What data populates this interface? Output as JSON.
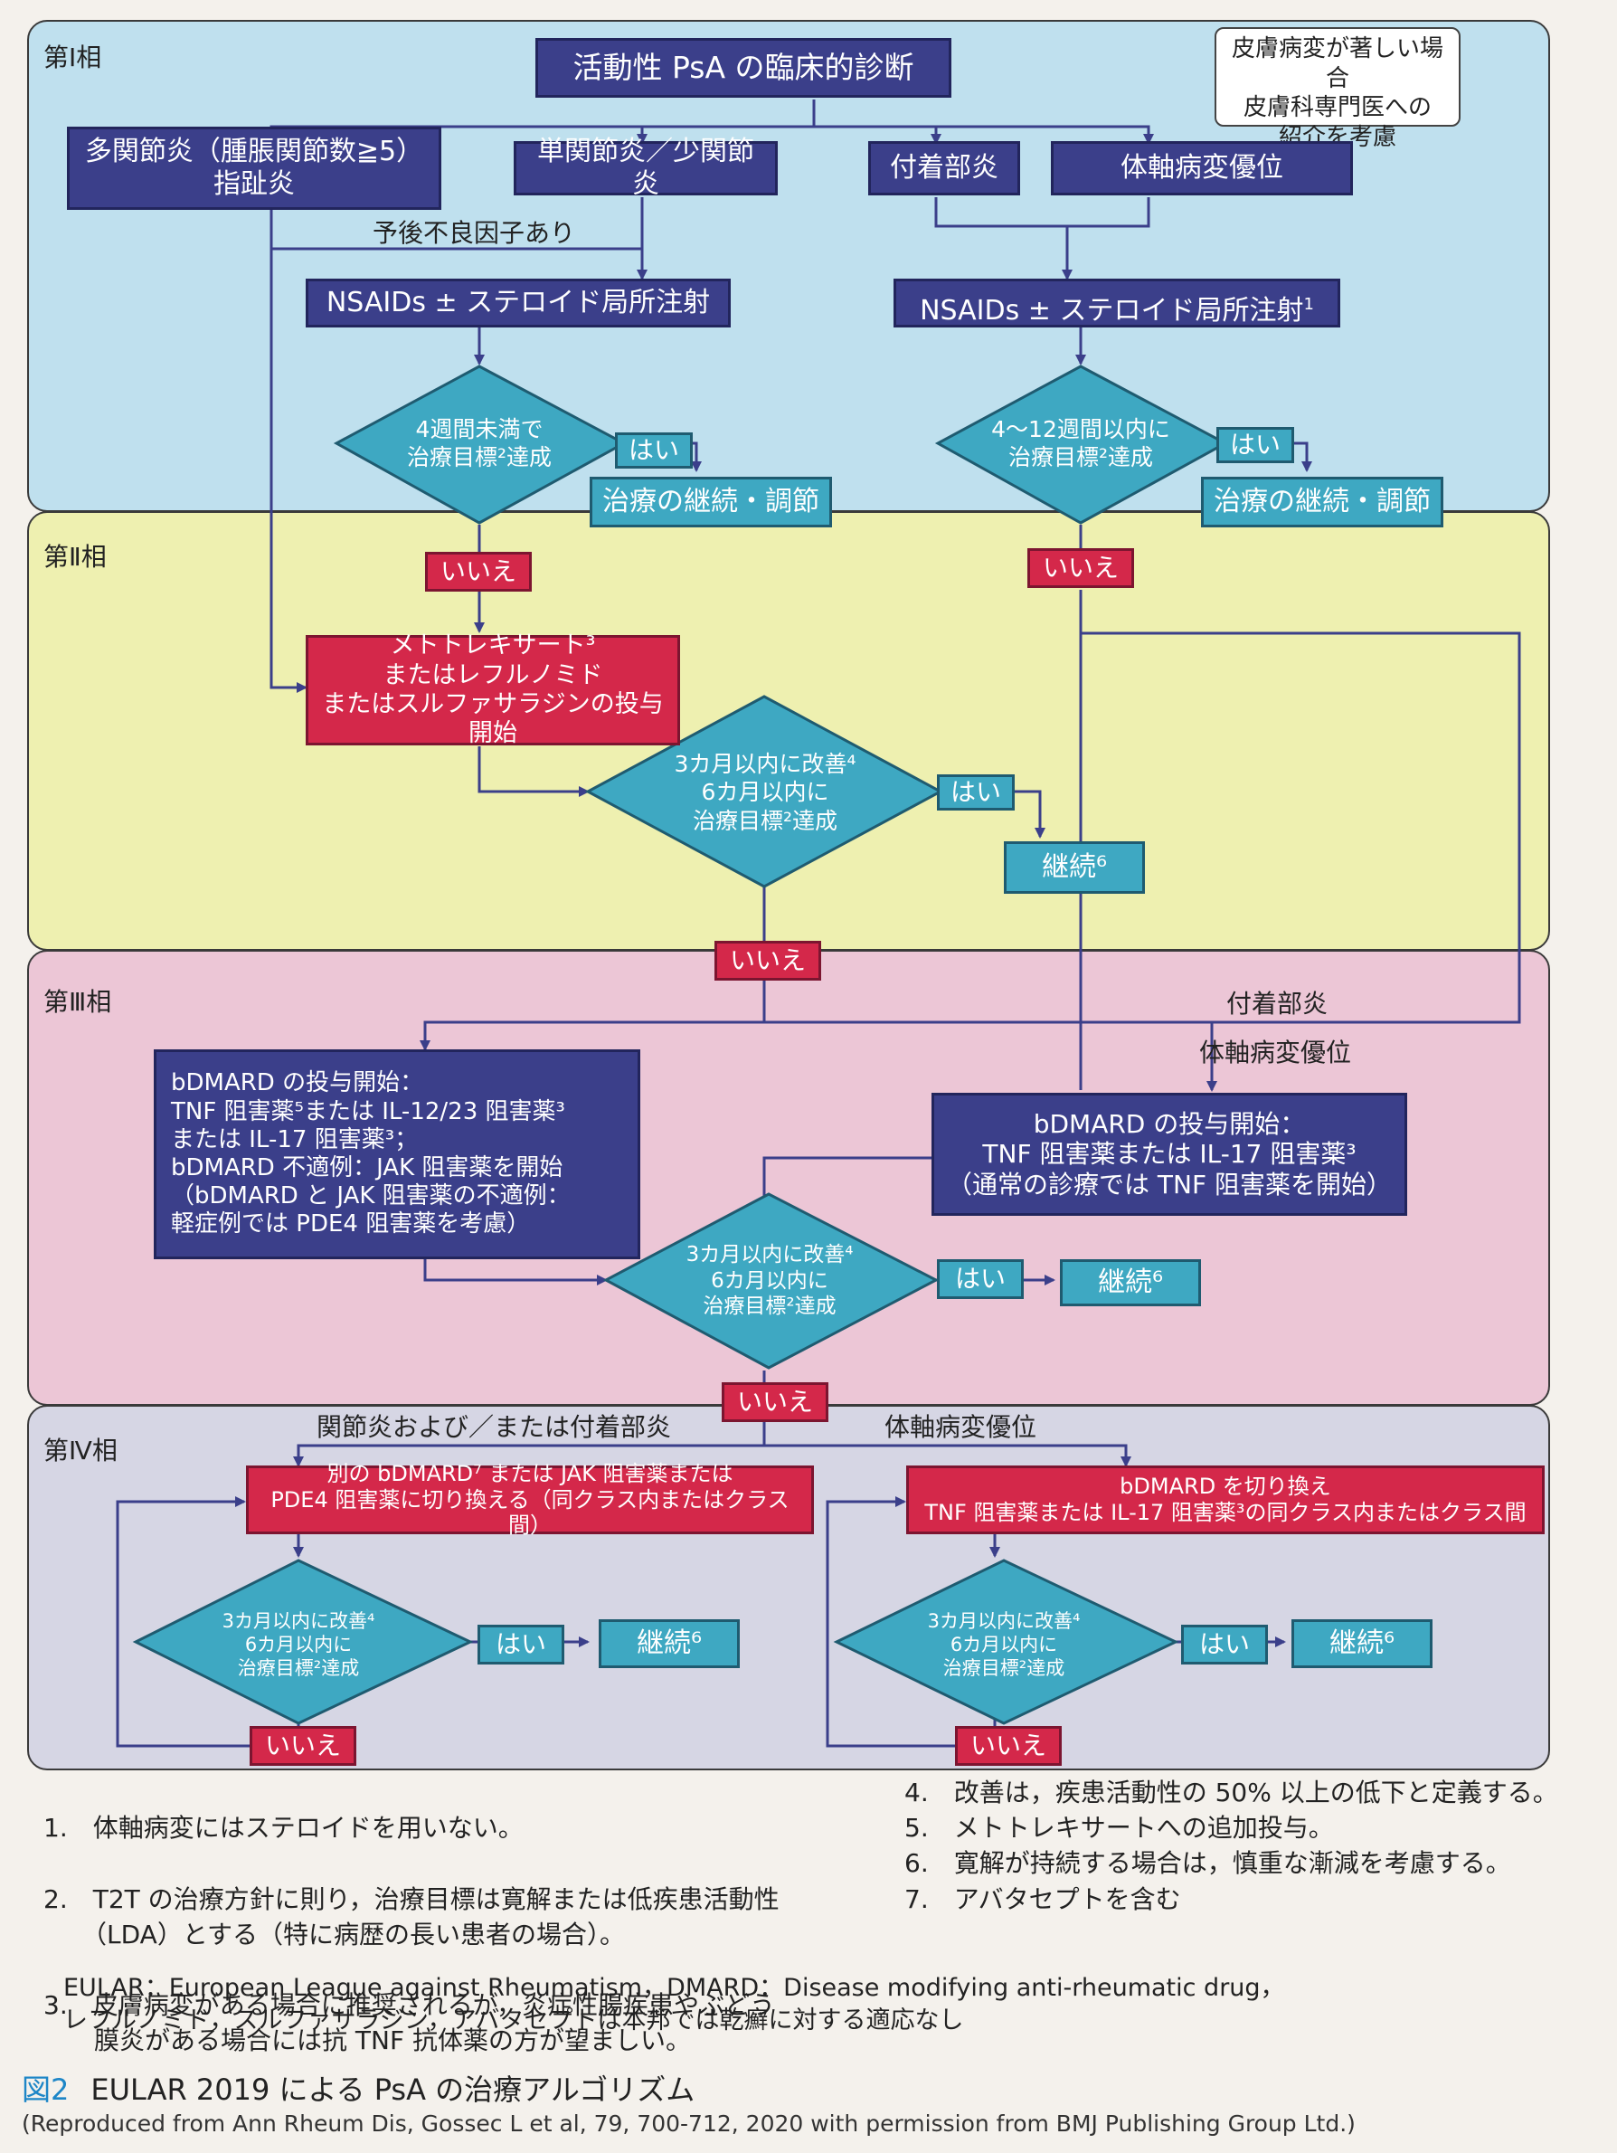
{
  "phases": {
    "p1": "第Ⅰ相",
    "p2": "第Ⅱ相",
    "p3": "第Ⅲ相",
    "p4": "第Ⅳ相"
  },
  "colors": {
    "phase1_bg": "#bfe0ee",
    "phase2_bg": "#eef0b0",
    "phase3_bg": "#ecc6d6",
    "phase4_bg": "#d6d6e4",
    "navy": "#3b3f8a",
    "red": "#d4284a",
    "teal": "#3ea8c2"
  },
  "nodes": {
    "start": "活動性 PsA の臨床的診断",
    "skin_note": "皮膚病変が著しい場合\n皮膚科専門医への\n紹介を考慮",
    "poly": "多関節炎（腫脹関節数≧5）\n指趾炎",
    "mono": "単関節炎／少関節炎",
    "enth": "付着部炎",
    "axial": "体軸病変優位",
    "nsaid_left": "NSAIDs ± ステロイド局所注射",
    "nsaid_right": "NSAIDs ± ステロイド局所注射",
    "nsaid_right_sup": "1",
    "d1_left": "4週間未満で\n治療目標²達成",
    "d1_right": "4〜12週間以内に\n治療目標²達成",
    "cont_left": "治療の継続・調節",
    "cont_right": "治療の継続・調節",
    "mtx": "メトトレキサート³\nまたはレフルノミド\nまたはスルファサラジンの投与開始",
    "d2": "3カ月以内に改善⁴\n6カ月以内に\n治療目標²達成",
    "cont2": "継続⁶",
    "bdmard_left": "bDMARD の投与開始：\nTNF 阻害薬⁵または IL-12/23 阻害薬³\nまたは IL-17 阻害薬³；\nbDMARD 不適例：JAK 阻害薬を開始\n（bDMARD と JAK 阻害薬の不適例：\n軽症例では PDE4 阻害薬を考慮）",
    "bdmard_right": "bDMARD の投与開始：\nTNF 阻害薬または IL-17 阻害薬³\n（通常の診療では TNF 阻害薬を開始）",
    "d3": "3カ月以内に改善⁴\n6カ月以内に\n治療目標²達成",
    "cont3": "継続⁶",
    "switch_left": "別の bDMARD⁷ または JAK 阻害薬または\nPDE4 阻害薬に切り換える（同クラス内またはクラス間）",
    "switch_right": "bDMARD を切り換え\nTNF 阻害薬または IL-17 阻害薬³の同クラス内またはクラス間",
    "d4_left": "3カ月以内に改善⁴\n6カ月以内に\n治療目標²達成",
    "d4_right": "3カ月以内に改善⁴\n6カ月以内に\n治療目標²達成",
    "cont4_left": "継続⁶",
    "cont4_right": "継続⁶"
  },
  "edge_labels": {
    "poor_prognosis": "予後不良因子あり",
    "yes": "はい",
    "no": "いいえ",
    "enthesitis": "付着部炎",
    "axial_dominant": "体軸病変優位",
    "arthritis_enth": "関節炎および／または付着部炎",
    "axial_dominant_p4": "体軸病変優位"
  },
  "footnotes_left": [
    "1.　体軸病変にはステロイドを用いない。",
    "2.　T2T の治療方針に則り，治療目標は寛解または低疾患活動性\n　　（LDA）とする（特に病歴の長い患者の場合）。",
    "3.　皮膚病変がある場合に推奨されるが，炎症性腸疾患やぶどう\n　　膜炎がある場合には抗 TNF 抗体薬の方が望ましい。"
  ],
  "footnotes_right": [
    "4.　改善は，疾患活動性の 50% 以上の低下と定義する。",
    "5.　メトトレキサートへの追加投与。",
    "6.　寛解が持続する場合は，慎重な漸減を考慮する。",
    "7.　アバタセプトを含む"
  ],
  "abbreviations": "EULAR：European League against Rheumatism，DMARD：Disease modifying anti-rheumatic drug，\nレフルノミド，スルファサラジン，アバタセプトは本邦では乾癬に対する適応なし",
  "figure": {
    "number": "図2",
    "title": "EULAR 2019 による PsA の治療アルゴリズム",
    "credit": "(Reproduced from Ann Rheum Dis, Gossec L et al, 79, 700-712, 2020 with permission from BMJ Publishing Group Ltd.)"
  }
}
